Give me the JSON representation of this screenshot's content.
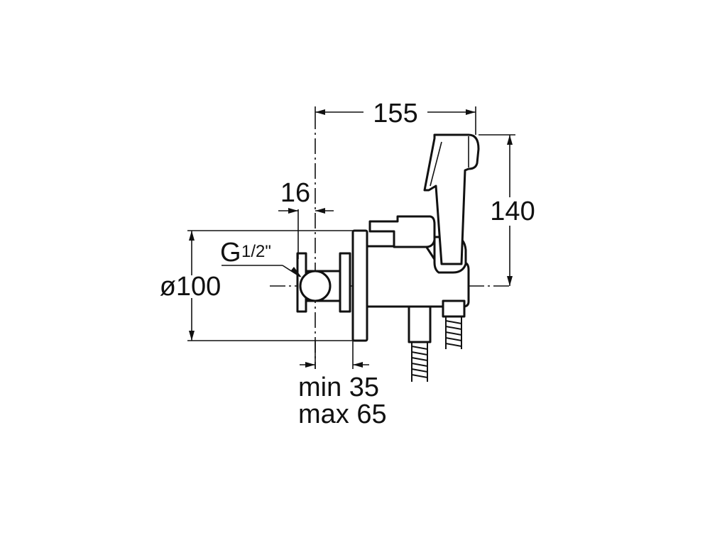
{
  "diagram": {
    "dimensions": {
      "overall_length": "155",
      "height": "140",
      "thread_offset": "16",
      "thread_size_main": "G",
      "thread_size_fraction": "1/2\"",
      "diameter": "ø100",
      "wall_depth_min": "min 35",
      "wall_depth_max": "max 65"
    }
  }
}
